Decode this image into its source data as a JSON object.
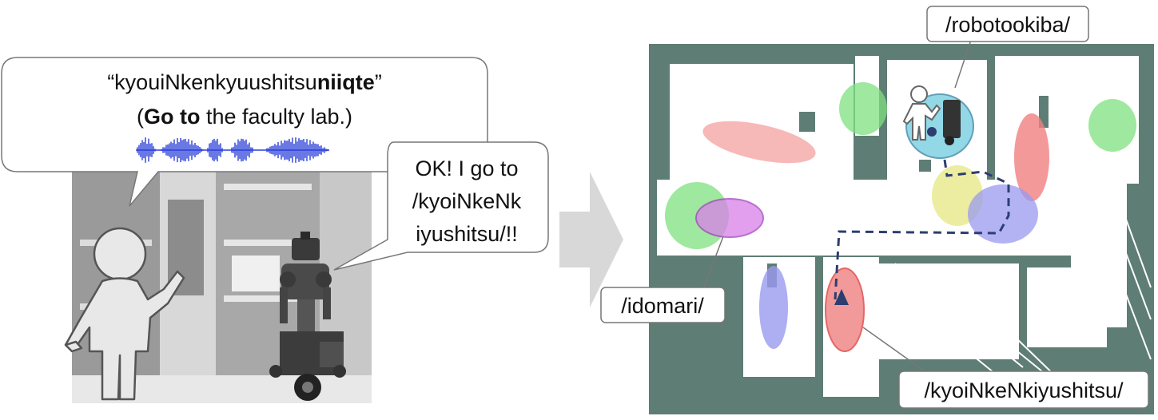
{
  "speech": {
    "line1_pre": "“kyouiNkenkyuushitsu",
    "line1_bold": "niiqte",
    "line1_post": "”",
    "line2_pre": "(",
    "line2_bold": "Go to",
    "line2_post": " the faculty lab.)"
  },
  "robot_reply": {
    "line1": "OK!  I go to",
    "line2": "/kyoiNkeNk",
    "line3": "iyushitsu/!!"
  },
  "map_labels": {
    "robotookiba": "/robotookiba/",
    "idomari": "/idomari/",
    "kyoinkenkiyushitsu": "/kyoiNkeNkiyushitsu/"
  },
  "colors": {
    "map_background": "#5e7d74",
    "free_space": "#ffffff",
    "green_region": "#7fe07f",
    "red_region": "#f08080",
    "pink_region": "#f4a0a0",
    "yellow_region": "#e8e88a",
    "blue_region": "#9a9af0",
    "cyan_region": "#6ecbe0",
    "magenta_region": "#d880e8",
    "path_line": "#2c3e70",
    "waveform": "#2a3ed8",
    "arrow": "#d8d8d8"
  }
}
